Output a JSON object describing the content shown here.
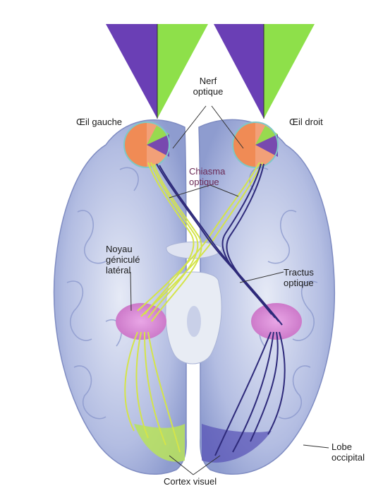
{
  "labels": {
    "left_eye": "Œil gauche",
    "right_eye": "Œil droit",
    "optic_nerve": [
      "Nerf",
      "optique"
    ],
    "chiasma": [
      "Chiasma",
      "optique"
    ],
    "lgn": [
      "Noyau",
      "géniculé",
      "latéral"
    ],
    "tract": [
      "Tractus",
      "optique"
    ],
    "occipital": [
      "Lobe",
      "occipital"
    ],
    "cortex": "Cortex visuel"
  },
  "colors": {
    "left_field": "#6a3fb5",
    "right_field": "#8ee04a",
    "brain": "#a7b2db",
    "brain_light": "#d7dcef",
    "cortex": "#b9e35a",
    "lgn": "#d98ad6",
    "left_pathway": "#d4e44a",
    "right_pathway": "#2e2a7a"
  }
}
